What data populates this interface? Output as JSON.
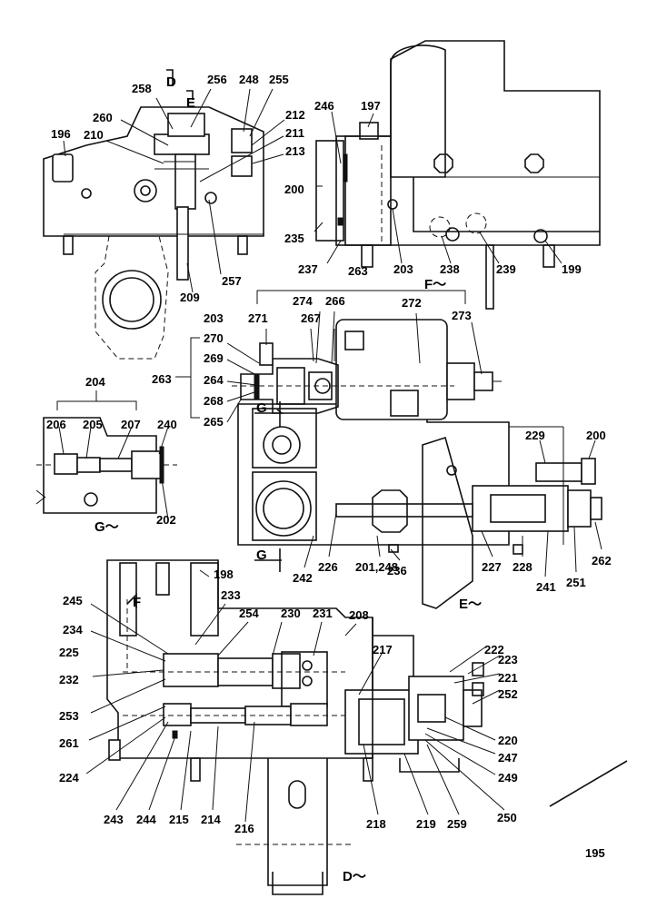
{
  "labels": [
    "196",
    "210",
    "260",
    "258",
    "256",
    "248",
    "255",
    "212",
    "211",
    "213",
    "209",
    "257",
    "246",
    "197",
    "200",
    "235",
    "237",
    "203",
    "238",
    "239",
    "199",
    "263",
    "274",
    "266",
    "272",
    "273",
    "271",
    "267",
    "270",
    "269",
    "264",
    "268",
    "265",
    "204",
    "206",
    "205",
    "207",
    "240",
    "202",
    "229",
    "200",
    "262",
    "251",
    "241",
    "228",
    "227",
    "236",
    "201,248",
    "226",
    "242",
    "198",
    "233",
    "254",
    "230",
    "231",
    "208",
    "245",
    "234",
    "225",
    "232",
    "253",
    "261",
    "224",
    "243",
    "244",
    "215",
    "214",
    "216",
    "217",
    "218",
    "219",
    "259",
    "250",
    "249",
    "247",
    "220",
    "252",
    "221",
    "223",
    "222",
    "195",
    "203",
    "263"
  ],
  "sections": {
    "d": "D",
    "e": "E",
    "f_tilde": "F～",
    "g_left": "G",
    "g_tilde": "G～",
    "g_bottom": "G",
    "e_tilde": "E～",
    "f": "F",
    "d_tilde": "D～"
  }
}
